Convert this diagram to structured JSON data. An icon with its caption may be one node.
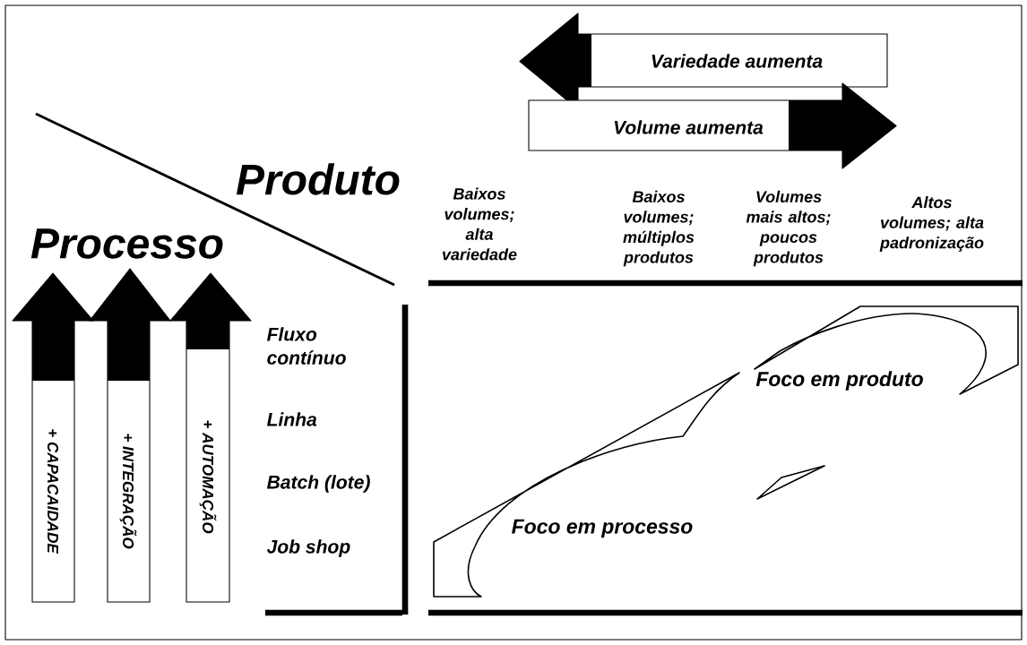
{
  "diagram": {
    "nodes": [
      {
        "text": [
          "Variedade aumenta"
        ]
      },
      {
        "text": [
          "Volume aumenta"
        ]
      },
      {
        "text": [
          "+ CAPACAIDADE"
        ]
      },
      {
        "text": [
          "+ INTEGRAÇÃO"
        ]
      },
      {
        "text": [
          "+ AUTOMAÇÃO"
        ]
      },
      {
        "text": [
          "Foco em produto"
        ]
      },
      {
        "text": [
          "Foco em processo"
        ]
      },
      {
        "text": [],
        "shape": "triangle"
      }
    ],
    "labels": [
      "Produto",
      "Processo",
      "Baixos volumes; alta variedade",
      "Baixos volumes; múltiplos produtos",
      "Volumes mais altos; poucos produtos",
      "Altos volumes; alta padronização",
      "Fluxo contínuo",
      "Linha",
      "Batch (lote)",
      "Job shop"
    ]
  }
}
